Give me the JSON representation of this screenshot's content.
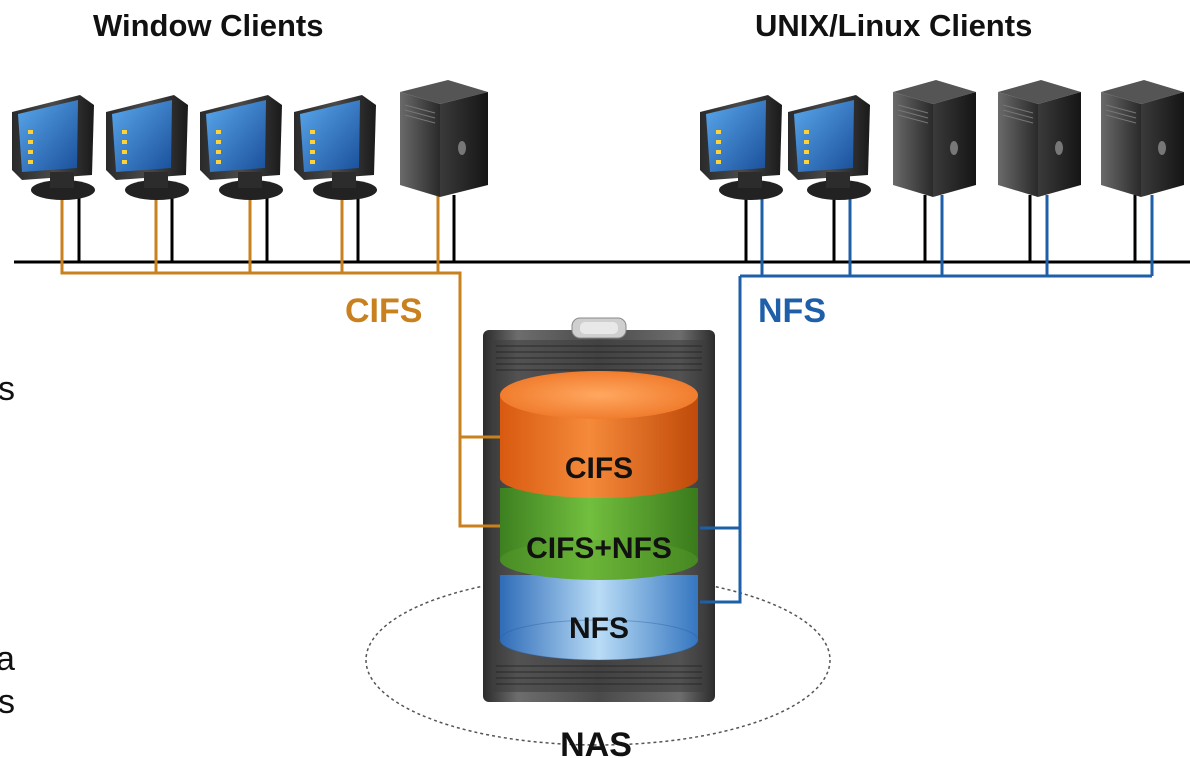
{
  "headings": {
    "windows": "Window Clients",
    "unix": "UNIX/Linux Clients"
  },
  "protocol_labels": {
    "cifs": "CIFS",
    "nfs": "NFS"
  },
  "storage_layers": {
    "top": "CIFS",
    "middle": "CIFS+NFS",
    "bottom": "NFS"
  },
  "nas_label": "NAS",
  "colors": {
    "cifs": "#c8811e",
    "nfs": "#1e5fa8",
    "backbone": "#000000",
    "layer_cifs": "#e8701a",
    "layer_both": "#58a030",
    "layer_nfs": "#3d80c8"
  },
  "icons": {
    "workstation": "monitor-icon",
    "server": "server-tower-icon",
    "nas": "nas-cabinet-icon"
  },
  "clipped_text": [
    "s",
    "a",
    "s"
  ]
}
